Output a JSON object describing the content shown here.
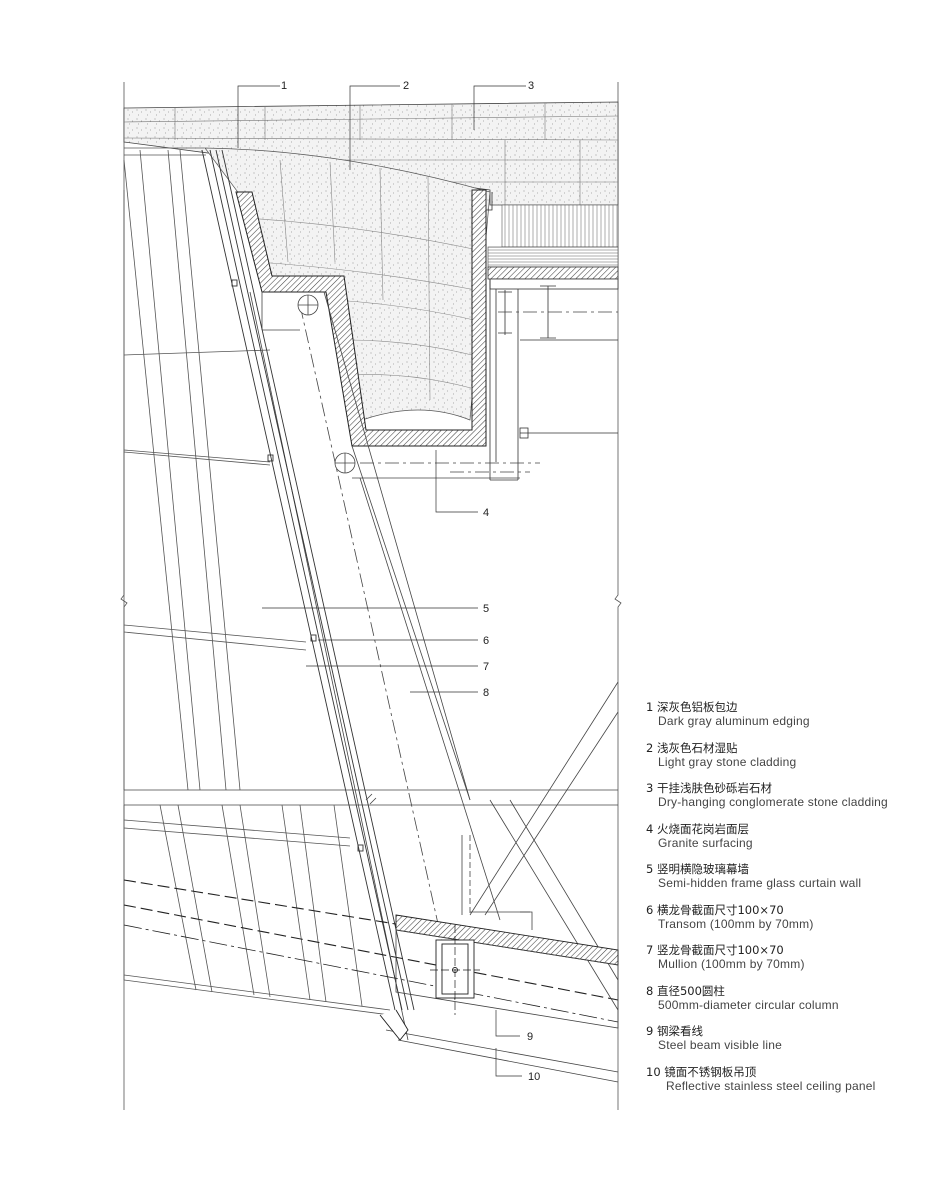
{
  "callouts": [
    "1",
    "2",
    "3",
    "4",
    "5",
    "6",
    "7",
    "8",
    "9",
    "10"
  ],
  "legend": [
    {
      "num": "1",
      "cn": "深灰色铝板包边",
      "en": "Dark gray aluminum edging"
    },
    {
      "num": "2",
      "cn": "浅灰色石材湿贴",
      "en": "Light gray stone cladding"
    },
    {
      "num": "3",
      "cn": "干挂浅肤色砂砾岩石材",
      "en": "Dry-hanging conglomerate stone cladding"
    },
    {
      "num": "4",
      "cn": "火烧面花岗岩面层",
      "en": "Granite surfacing"
    },
    {
      "num": "5",
      "cn": "竖明横隐玻璃幕墙",
      "en": "Semi-hidden frame glass curtain wall"
    },
    {
      "num": "6",
      "cn": "横龙骨截面尺寸100×70",
      "en": "Transom (100mm by 70mm)"
    },
    {
      "num": "7",
      "cn": "竖龙骨截面尺寸100×70",
      "en": "Mullion (100mm by 70mm)"
    },
    {
      "num": "8",
      "cn": "直径500圆柱",
      "en": "500mm-diameter circular column"
    },
    {
      "num": "9",
      "cn": "钢梁看线",
      "en": "Steel beam visible line"
    },
    {
      "num": "10",
      "cn": "镜面不锈钢板吊顶",
      "en": "Reflective stainless steel ceiling panel"
    }
  ],
  "colors": {
    "line": "#333333",
    "hatch": "#555555",
    "stone": "#f1f1f1"
  }
}
